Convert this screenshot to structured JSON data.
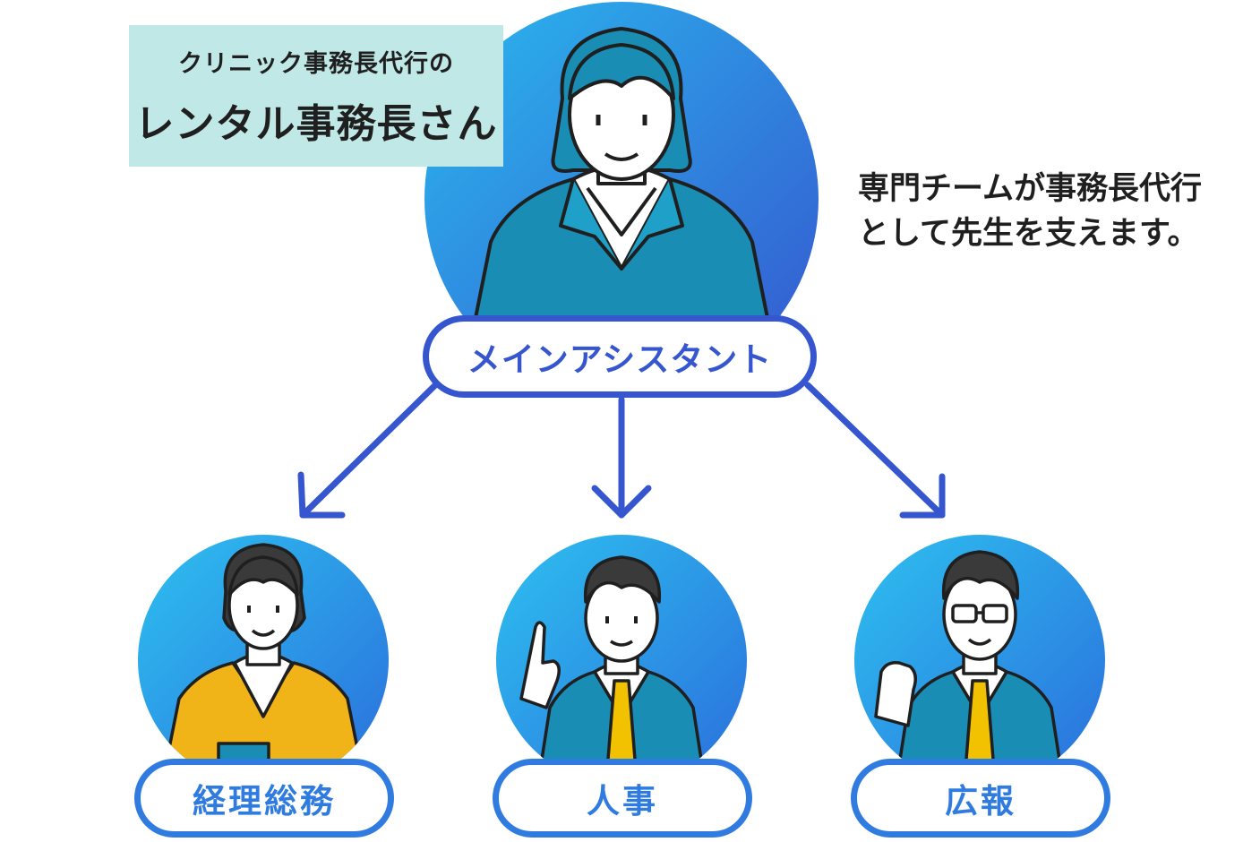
{
  "title": {
    "subtitle": "クリニック事務長代行の",
    "main": "レンタル事務長さん"
  },
  "caption": {
    "line1": "専門チームが事務長代行",
    "line2": "として先生を支えます。"
  },
  "main_role": {
    "label": "メインアシスタント"
  },
  "roles": [
    {
      "label": "経理総務"
    },
    {
      "label": "人事"
    },
    {
      "label": "広報"
    }
  ],
  "colors": {
    "accent_blue": "#3556cf",
    "sub_blue": "#2f7be0",
    "title_bg": "#bfe8e6",
    "gradient_light": "#2ab8ee",
    "gradient_dark": "#3556cf",
    "suit_teal": "#1a8db5",
    "suit_yellow": "#f0b418",
    "tie_yellow": "#f2c200"
  },
  "icons": [
    "female-assistant-icon",
    "female-accountant-icon",
    "male-hr-icon",
    "male-pr-icon",
    "arrow-icon"
  ]
}
